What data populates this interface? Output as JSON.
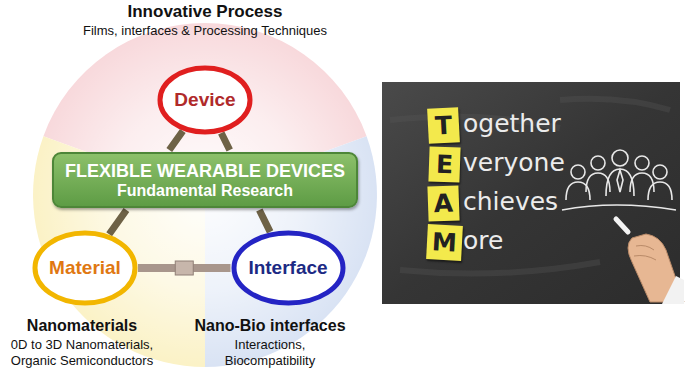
{
  "diagram": {
    "nodes": [
      {
        "text": [
          "Device"
        ]
      },
      {
        "text": [
          "FLEXIBLE WEARABLE DEVICES",
          "Fundamental Research"
        ]
      },
      {
        "text": [
          "Material"
        ]
      },
      {
        "text": [
          "Interface"
        ]
      },
      {
        "text": [
          "T"
        ]
      },
      {
        "text": [
          "E"
        ]
      },
      {
        "text": [
          "A"
        ]
      },
      {
        "text": [
          "M"
        ]
      }
    ],
    "edges": [
      {
        "from": 0,
        "to": 2,
        "arrow": "none"
      },
      {
        "from": 0,
        "to": 3,
        "arrow": "none"
      },
      {
        "from": 2,
        "to": 3,
        "arrow": "none"
      }
    ],
    "labels": [
      "Innovative Process",
      "Films, interfaces & Processing Techniques",
      "Nanomaterials",
      "0D to 3D Nanomaterials, Organic Semiconductors",
      "Nano-Bio interfaces",
      "Interactions, Biocompatibility",
      "ogether",
      "veryone",
      "chieves",
      "ore"
    ]
  }
}
